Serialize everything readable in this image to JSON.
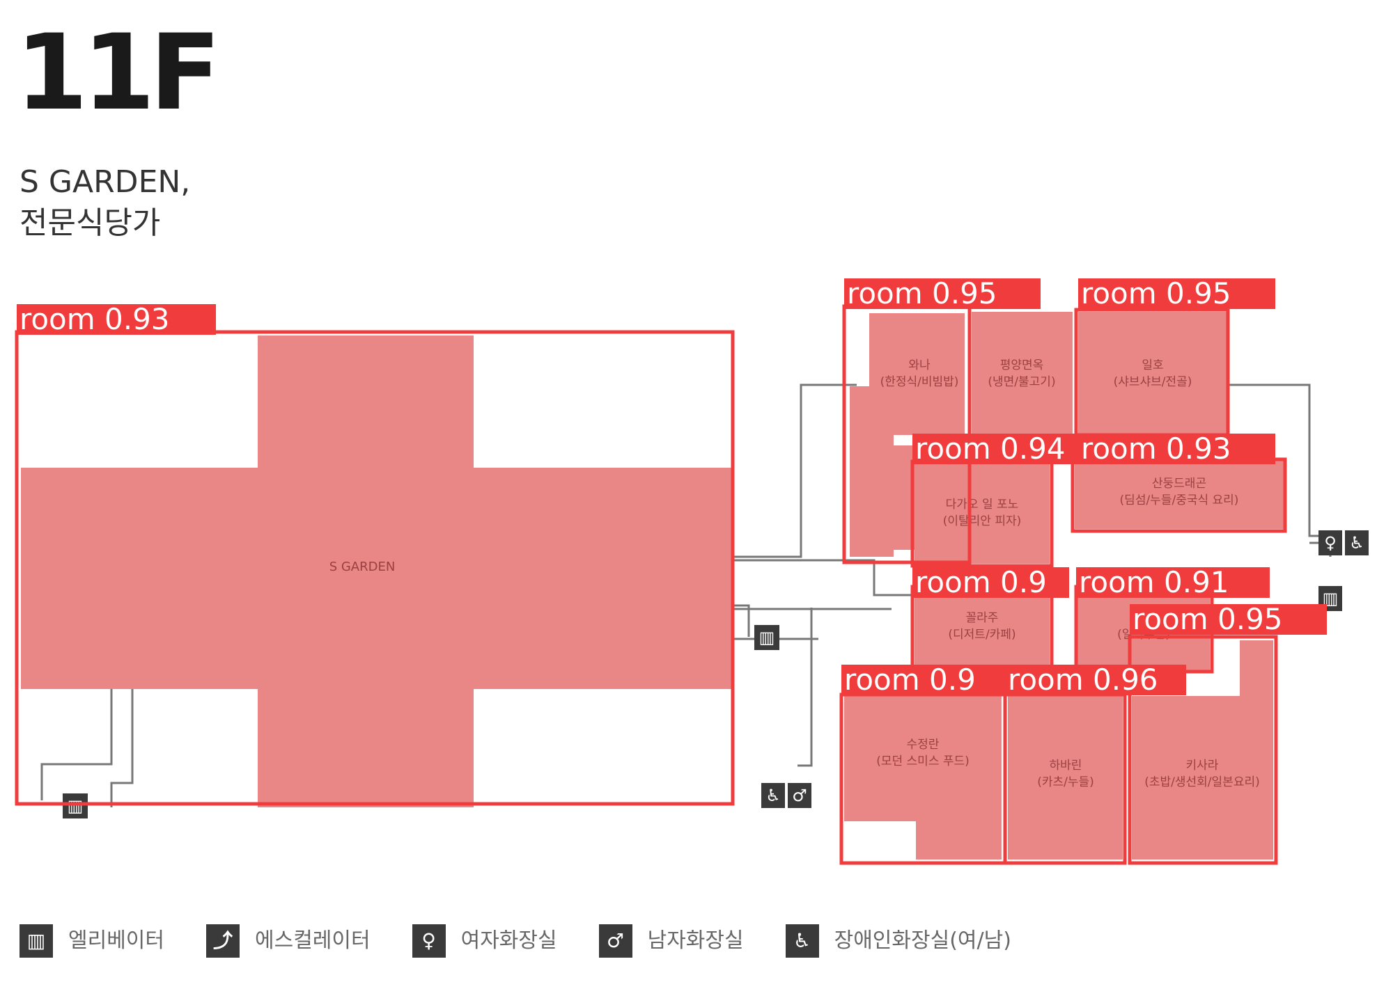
{
  "floor": "11F",
  "title_lines": [
    "S GARDEN,",
    "전문식당가"
  ],
  "detections": [
    {
      "label": "room 0.93",
      "box": "main"
    },
    {
      "label": "room 0.95",
      "box": "r1"
    },
    {
      "label": "room 0.95",
      "box": "r2"
    },
    {
      "label": "room 0.94",
      "box": "r3"
    },
    {
      "label": "room 0.93",
      "box": "r4"
    },
    {
      "label": "room 0.9",
      "box": "r5"
    },
    {
      "label": "room 0.91",
      "box": "r6"
    },
    {
      "label": "room 0.95",
      "box": "r7"
    },
    {
      "label": "room 0.9",
      "box": "r8"
    },
    {
      "label": "room 0.96",
      "box": "r9"
    }
  ],
  "rooms": {
    "main": "S GARDEN",
    "r1": [
      "와나",
      "(한정식/비빔밥)"
    ],
    "r2": [
      "평양면옥",
      "(냉면/불고기)"
    ],
    "r3": [
      "다가오 일 포노",
      "(이탈리안 피자)"
    ],
    "r4": [
      "일호",
      "(샤브샤브/전골)"
    ],
    "r5": [
      "산둥드래곤",
      "(딤섬/누들/중국식 요리)"
    ],
    "r6": [
      "꼴라주",
      "(디저트/카페)"
    ],
    "r7": [
      "바",
      "(일식주점)"
    ],
    "r8": [
      "수정란",
      "(모던 스미스 푸드)"
    ],
    "r9": [
      "하바린",
      "(카츠/누들)"
    ],
    "r10": [
      "키사라",
      "(초밥/생선회/일본요리)"
    ]
  },
  "legend": [
    {
      "icon": "elevator-icon",
      "glyph": "▥",
      "label": "엘리베이터"
    },
    {
      "icon": "escalator-icon",
      "glyph": "⤴",
      "label": "에스컬레이터"
    },
    {
      "icon": "female-restroom-icon",
      "glyph": "♀",
      "label": "여자화장실"
    },
    {
      "icon": "male-restroom-icon",
      "glyph": "♂",
      "label": "남자화장실"
    },
    {
      "icon": "accessible-restroom-icon",
      "glyph": "♿",
      "label": "장애인화장실(여/남)"
    }
  ],
  "colors": {
    "detection": "#f03c3c",
    "room_fill": "#e98686",
    "wall": "#777777",
    "icon": "#3a3a3a"
  }
}
